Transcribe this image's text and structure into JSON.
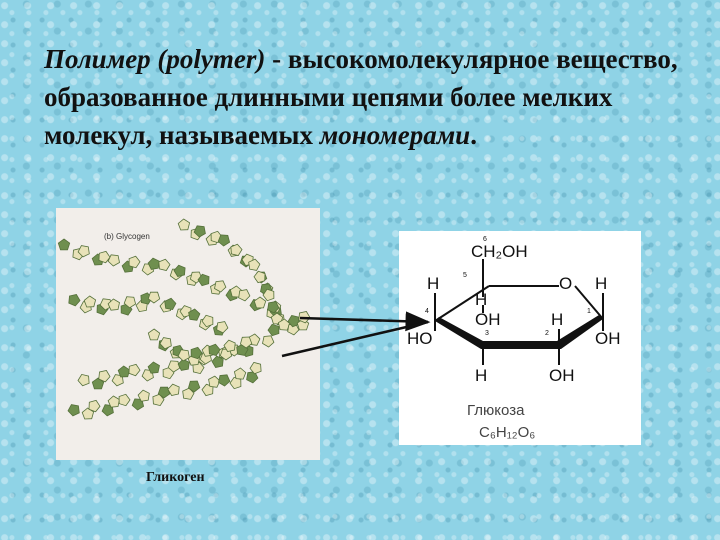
{
  "heading": {
    "term_italic": "Полимер (polymer)",
    "definition": " - высокомолекулярное вещество, образованное длинными цепями более мелких молекул, называемых ",
    "monomers_italic": "мономерами",
    "end": "."
  },
  "glycogen": {
    "small_caption": "(b) Glycogen",
    "label": "Гликоген"
  },
  "glucose": {
    "ch2oh": "CH₂OH",
    "h": "H",
    "o": "O",
    "oh": "OH",
    "ho": "HO",
    "c1": "1",
    "c2": "2",
    "c3": "3",
    "c4": "4",
    "c5": "5",
    "c6": "6",
    "name": "Глюкоза",
    "formula": "C₆H₁₂O₆"
  },
  "colors": {
    "background": "#8fd3e6",
    "glycogen_light": "#e8e2b8",
    "glycogen_dark": "#6f8f4f"
  }
}
